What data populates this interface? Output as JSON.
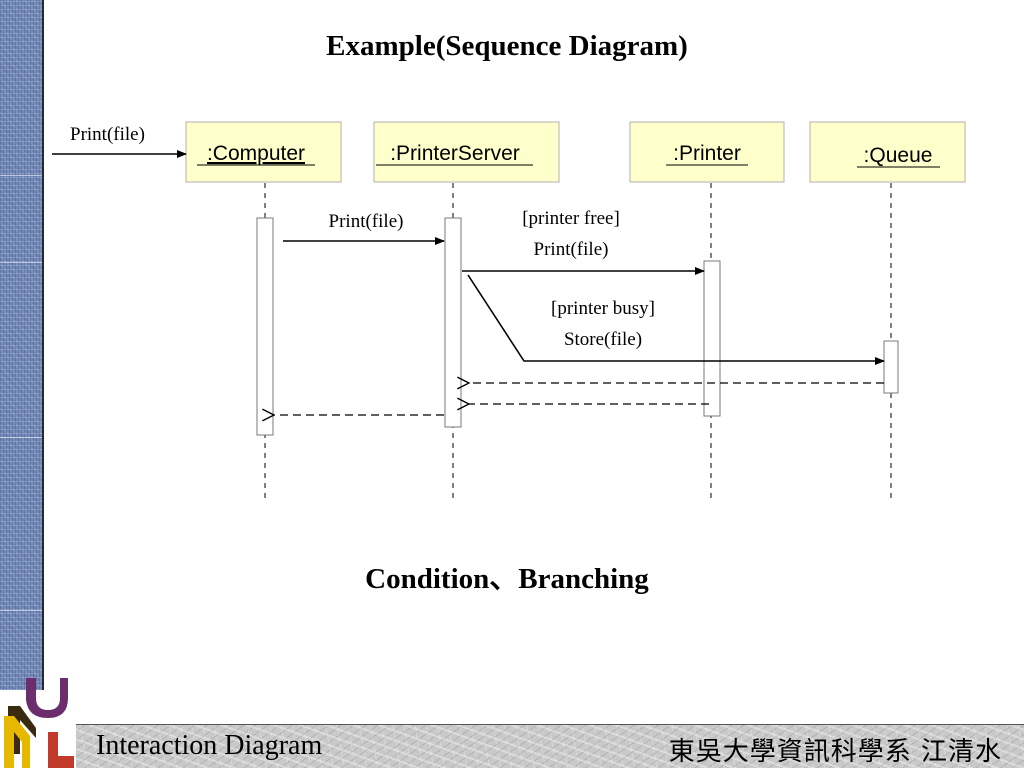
{
  "slide": {
    "title": "Example(Sequence Diagram)",
    "subtitle": "Condition、Branching"
  },
  "lifelines": [
    {
      "id": "computer",
      "label": ":Computer"
    },
    {
      "id": "printerserver",
      "label": ":PrinterServer"
    },
    {
      "id": "printer",
      "label": ":Printer"
    },
    {
      "id": "queue",
      "label": ":Queue"
    }
  ],
  "messages": {
    "found": {
      "label": "Print(file)"
    },
    "computer_to_server": {
      "label": "Print(file)"
    },
    "server_to_printer": {
      "guard": "[printer free]",
      "label": "Print(file)"
    },
    "server_to_queue": {
      "guard": "[printer busy]",
      "label": "Store(file)"
    }
  },
  "footer": {
    "left": "Interaction Diagram",
    "right": "東吳大學資訊科學系 江清水"
  },
  "logo": {
    "text": "UML"
  },
  "colors": {
    "object_fill": "#ffffcc",
    "object_border": "#b0b0b0",
    "stripe": "#6f86b6",
    "logo_u": "#6b2d6b",
    "logo_m": "#e6b800",
    "logo_l": "#c0392b"
  }
}
